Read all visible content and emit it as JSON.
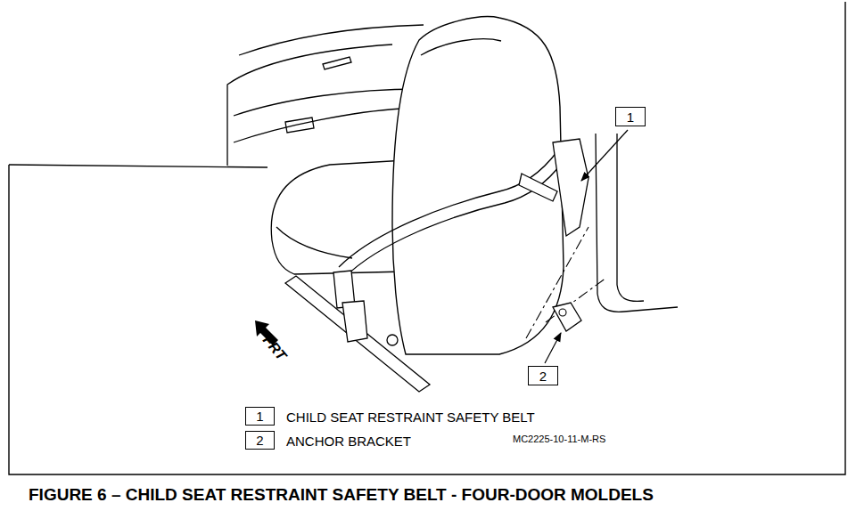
{
  "diagram": {
    "caption": "FIGURE 6 – CHILD SEAT RESTRAINT SAFETY BELT - FOUR-DOOR MOLDELS",
    "nodes": [
      {
        "text": [
          "1"
        ]
      },
      {
        "text": [
          "2"
        ]
      },
      {
        "text": [
          "1",
          "CHILD SEAT RESTRAINT SAFETY BELT"
        ]
      },
      {
        "text": [
          "2",
          "ANCHOR BRACKET"
        ]
      }
    ],
    "labels": [
      "FRT",
      "MC2225-10-11-M-RS"
    ]
  }
}
